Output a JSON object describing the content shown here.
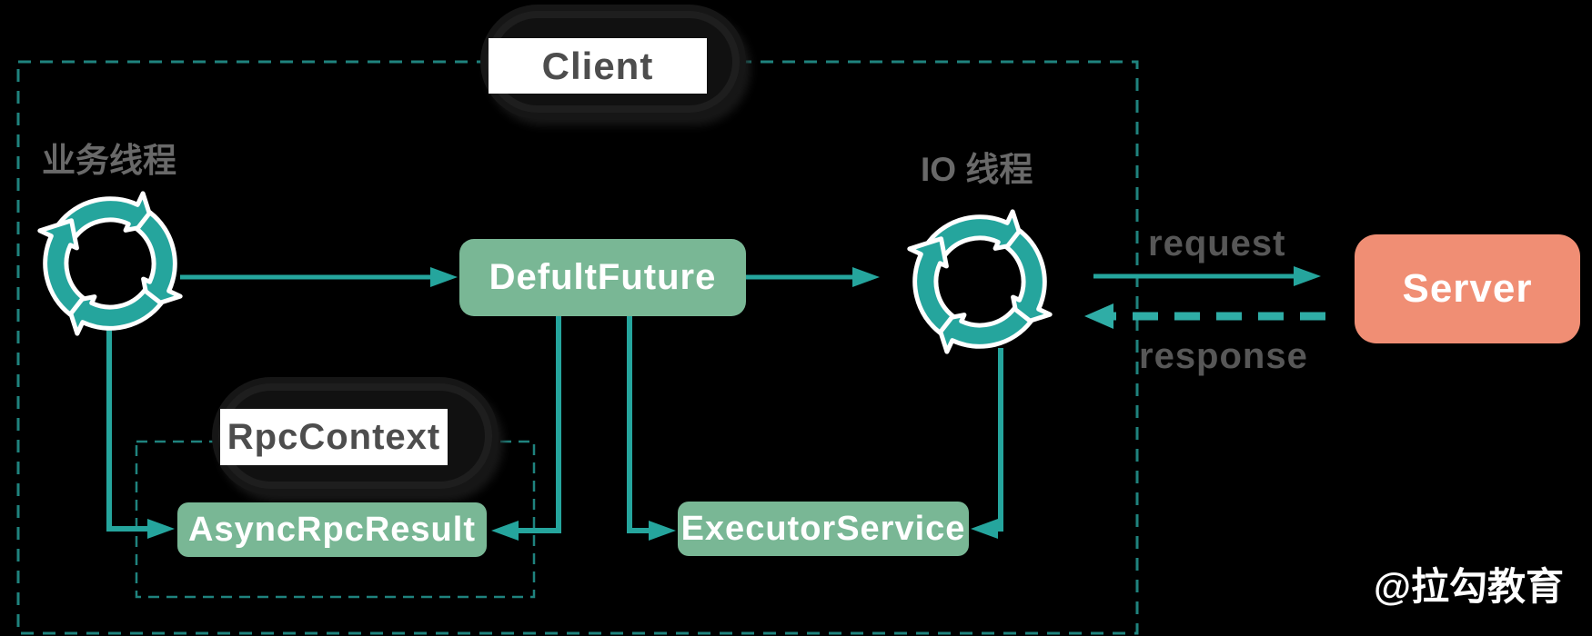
{
  "client": {
    "label": "Client"
  },
  "server": {
    "label": "Server"
  },
  "labels": {
    "biz_thread": "业务线程",
    "io_thread": "IO 线程",
    "request": "request",
    "response": "response"
  },
  "nodes": {
    "defult_future": "DefultFuture",
    "rpc_context": "RpcContext",
    "async_rpc_result": "AsyncRpcResult",
    "executor_service": "ExecutorService"
  },
  "icons": {
    "biz_thread_icon": "cycle-arrows-icon",
    "io_thread_icon": "cycle-arrows-icon"
  },
  "watermark": "@拉勾教育",
  "colors": {
    "background": "#000000",
    "teal_line": "#25a59d",
    "teal_dashed_border": "#1f837e",
    "green_node": "#79b795",
    "server_salmon": "#f08e74",
    "gray_text": "#696969",
    "tag_text": "#4d4d4d",
    "white": "#ffffff"
  }
}
